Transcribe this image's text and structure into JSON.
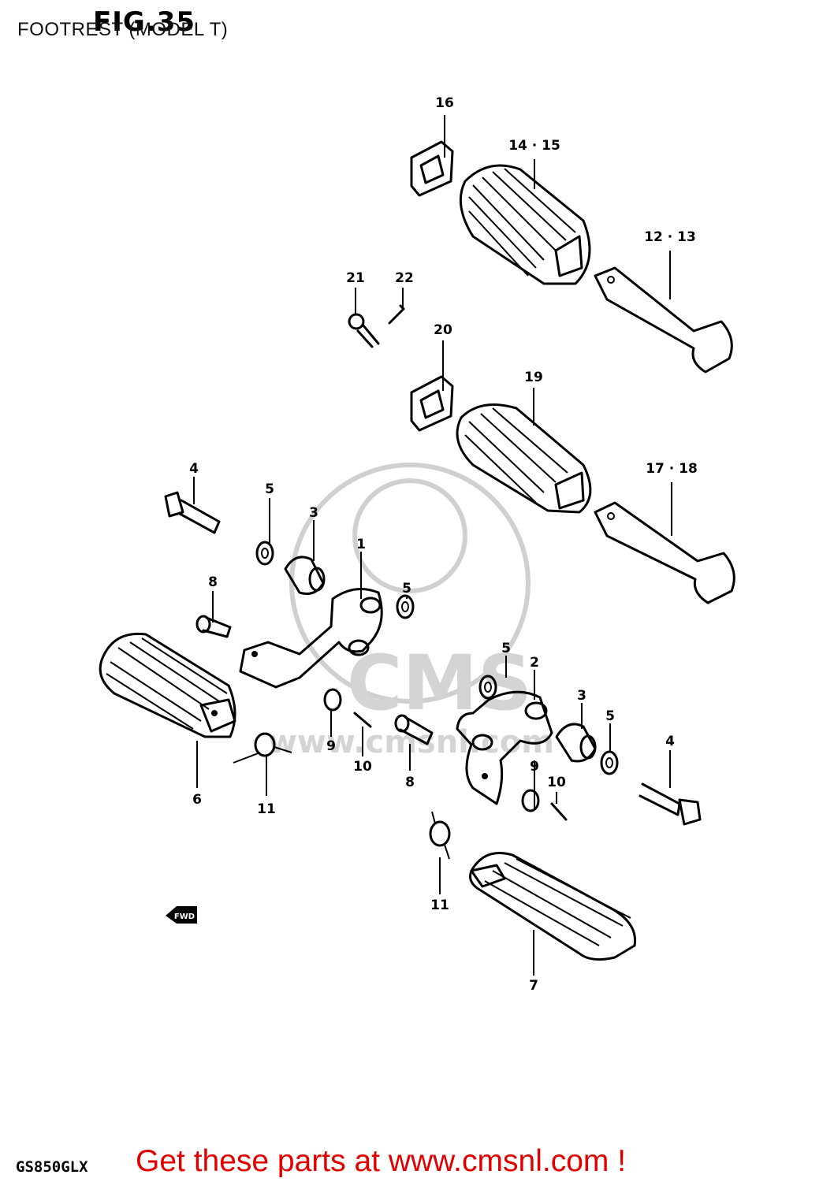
{
  "header": {
    "fig_title": "FIG.35",
    "subtitle": "FOOTREST (MODEL T)"
  },
  "footer": {
    "model_code": "GS850GLX",
    "cta": "Get these parts at www.cmsnl.com !"
  },
  "watermark": {
    "brand": "CMS",
    "url": "www.cmsnl.com"
  },
  "fwd_marker": "FWD",
  "callouts": [
    "16",
    "14 · 15",
    "12 · 13",
    "21",
    "22",
    "20",
    "19",
    "17 · 18",
    "4",
    "5",
    "3",
    "1",
    "8",
    "5",
    "5",
    "2",
    "3",
    "5",
    "4",
    "6",
    "11",
    "9",
    "10",
    "8",
    "9",
    "10",
    "11",
    "7"
  ]
}
